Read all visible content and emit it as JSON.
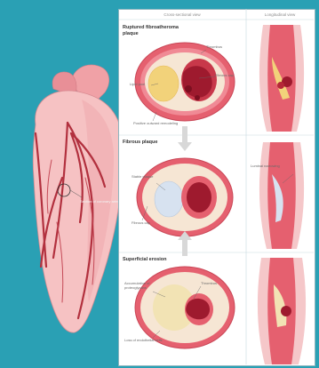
{
  "columns": {
    "cross_section": "Cross-sectional view",
    "longitudinal": "Longitudinal view"
  },
  "sections": [
    {
      "title": "Ruptured fibroatheroma plaque",
      "callouts": [
        "Thrombus",
        "Lipid pool",
        "Positive outward remodeling",
        "Fibrous cap"
      ]
    },
    {
      "title": "Fibrous plaque",
      "callouts": [
        "Stable plaque",
        "Fibrous cap",
        "Luminal narrowing"
      ]
    },
    {
      "title": "Superficial erosion",
      "callouts": [
        "Accumulation of proteoglycans",
        "Thrombus",
        "Loss of endothelial cells"
      ]
    }
  ],
  "heart_callout": "Section of coronary artery",
  "colors": {
    "background": "#2aa0b4",
    "vessel_wall": "#e05a6a",
    "lipid": "#f2d27a",
    "thrombus": "#9e1a2e",
    "heart": "#f3b3b6"
  }
}
